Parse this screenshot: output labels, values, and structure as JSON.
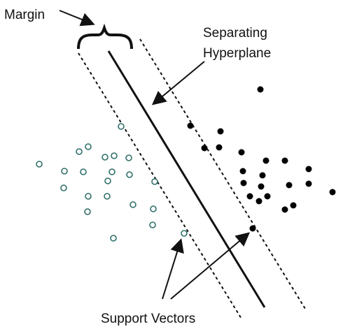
{
  "labels": {
    "margin": "Margin",
    "hyperplane_line1": "Separating",
    "hyperplane_line2": "Hyperplane",
    "support_vectors": "Support Vectors"
  },
  "colors": {
    "ink": "#111111",
    "open_point_stroke": "#2f6f6a",
    "open_point_fill": "#ffffff",
    "filled_point": "#000000"
  }
}
